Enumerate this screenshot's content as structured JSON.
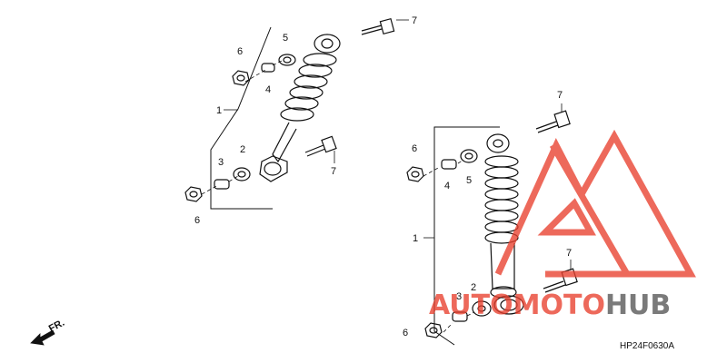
{
  "diagram": {
    "callouts": {
      "left": {
        "c1": "1",
        "c2": "2",
        "c3": "3",
        "c4": "4",
        "c5": "5",
        "c6a": "6",
        "c6b": "6",
        "c7a": "7",
        "c7b": "7"
      },
      "right": {
        "c1": "1",
        "c2": "2",
        "c3": "3",
        "c4": "4",
        "c5": "5",
        "c6a": "6",
        "c6b": "6",
        "c7a": "7",
        "c7b": "7"
      }
    },
    "direction_label": "FR.",
    "drawing_code": "HP24F0630A"
  },
  "watermark": {
    "text_auto_moto": "AUTOMOTO",
    "text_hub": "HUB",
    "colors": {
      "auto": "#f2a91d",
      "moto": "#e8402e",
      "hub": "#555555",
      "triangle": "#e8402e"
    }
  }
}
